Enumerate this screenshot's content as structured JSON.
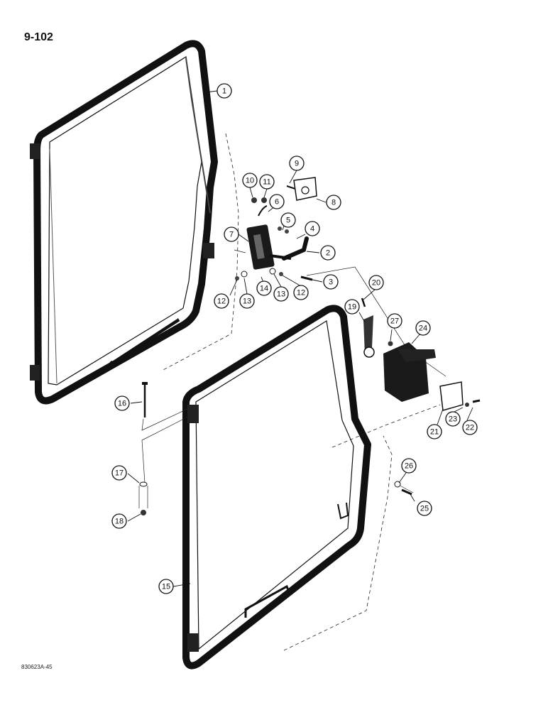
{
  "page_number": "9-102",
  "reference_code": "830623A-45",
  "callouts": [
    "1",
    "2",
    "3",
    "4",
    "5",
    "6",
    "7",
    "8",
    "9",
    "10",
    "11",
    "12",
    "12",
    "13",
    "13",
    "14",
    "15",
    "16",
    "17",
    "18",
    "19",
    "20",
    "21",
    "22",
    "23",
    "24",
    "25",
    "26",
    "27"
  ]
}
